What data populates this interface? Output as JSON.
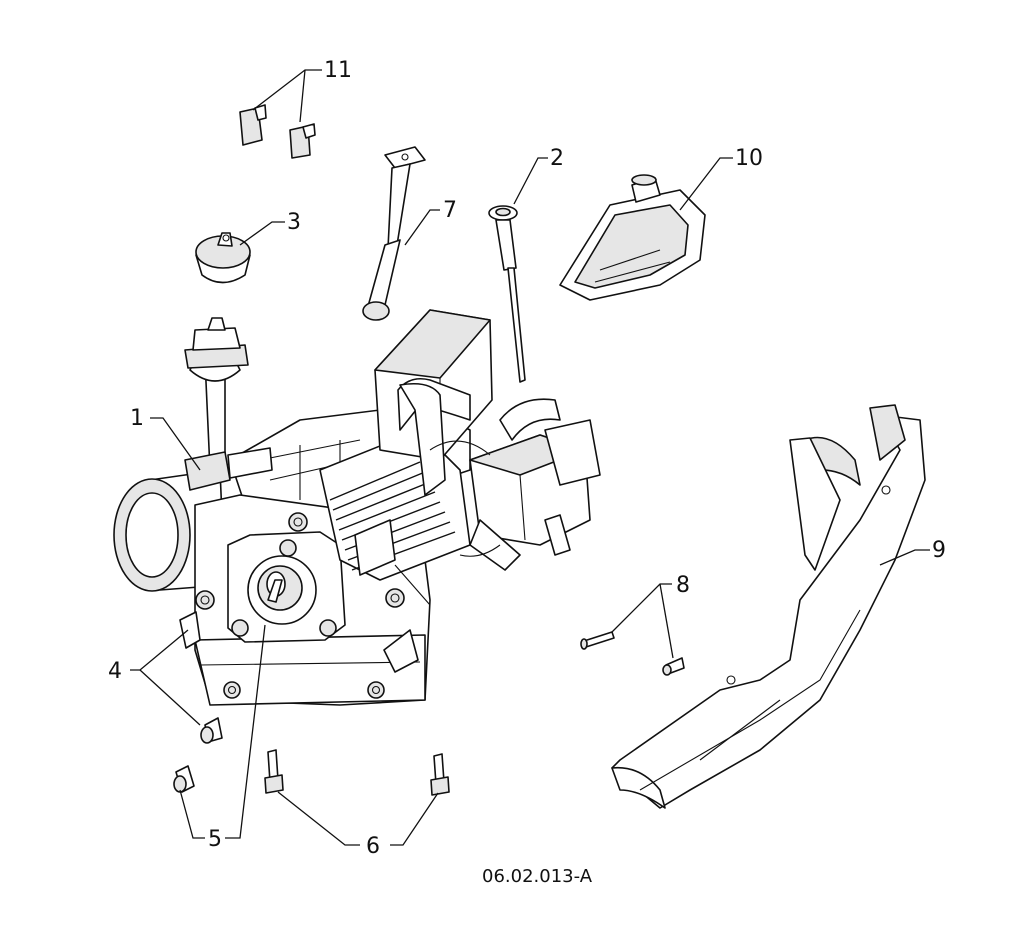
{
  "diagram": {
    "figure_code": "06.02.013-A",
    "callouts": [
      "1",
      "2",
      "3",
      "4",
      "5",
      "6",
      "7",
      "8",
      "9",
      "10",
      "11"
    ]
  }
}
